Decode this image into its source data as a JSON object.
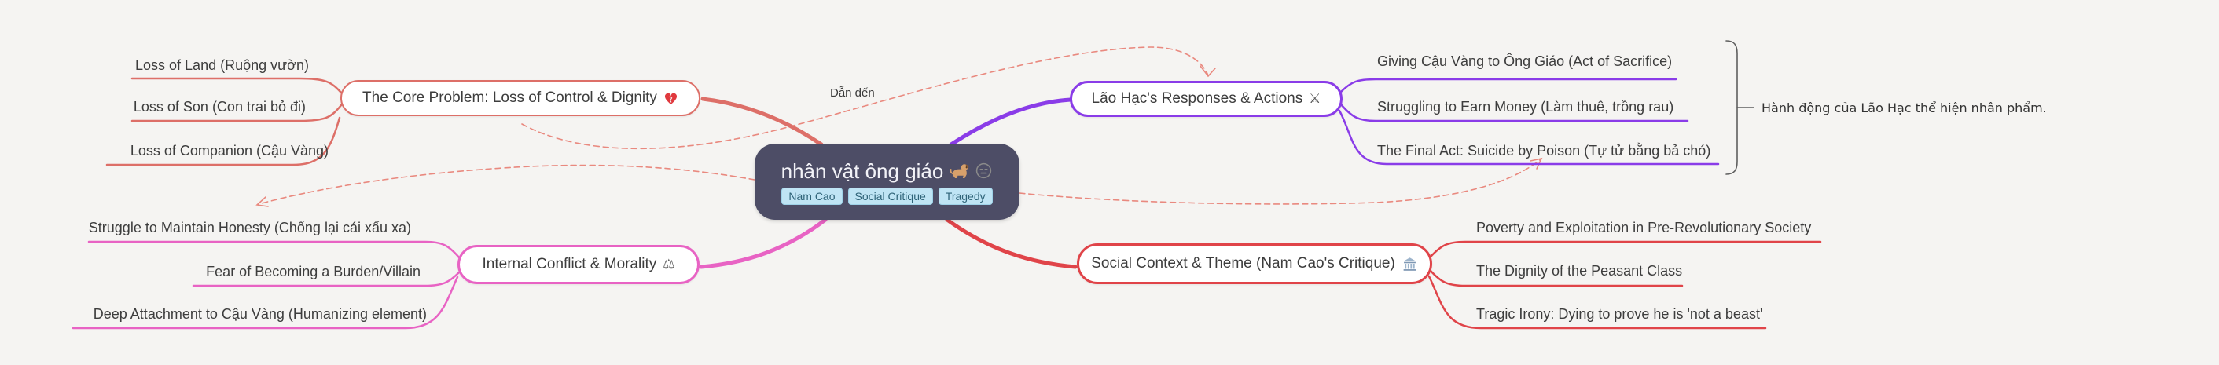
{
  "canvas": {
    "background": "#f5f4f2"
  },
  "central_topic": {
    "title": "nhân vật ông giáo",
    "icons": [
      "dog-icon",
      "expressionless-face-icon"
    ],
    "fill_color": "#4d4d66",
    "text_color": "#f2f2f7",
    "tags": {
      "bg_color": "#bfe4f4",
      "text_color": "#2e6378",
      "items": [
        {
          "label": "Nam Cao"
        },
        {
          "label": "Social Critique"
        },
        {
          "label": "Tragedy"
        }
      ]
    }
  },
  "branches": [
    {
      "label": "The Core Problem: Loss of Control & Dignity",
      "icon": "broken-heart-icon",
      "color": "#dd6f68",
      "position": "top-left",
      "children": [
        {
          "label": "Loss of Land (Ruộng vườn)"
        },
        {
          "label": "Loss of Son (Con trai bỏ đi)"
        },
        {
          "label": "Loss of Companion (Cậu Vàng)"
        }
      ]
    },
    {
      "label": "Lão Hạc's Responses & Actions",
      "icon": "crossed-swords-icon",
      "icon_glyph": "⚔",
      "color": "#8a3ce8",
      "position": "top-right",
      "children": [
        {
          "label": "Giving Cậu Vàng to Ông Giáo (Act of Sacrifice)"
        },
        {
          "label": "Struggling to Earn Money (Làm thuê, trồng rau)"
        },
        {
          "label": "The Final Act: Suicide by Poison (Tự tử bằng bả chó)"
        }
      ],
      "summary": {
        "label": "Hành động của Lão Hạc thể hiện nhân phẩm."
      }
    },
    {
      "label": "Internal Conflict & Morality",
      "icon": "balance-scale-icon",
      "icon_glyph": "⚖",
      "color": "#e863c4",
      "position": "bottom-left",
      "children": [
        {
          "label": "Struggle to Maintain Honesty (Chống lại cái xấu xa)"
        },
        {
          "label": "Fear of Becoming a Burden/Villain"
        },
        {
          "label": "Deep Attachment to Cậu Vàng (Humanizing element)"
        }
      ]
    },
    {
      "label": "Social Context & Theme (Nam Cao's Critique)",
      "icon": "classical-building-icon",
      "color": "#e04449",
      "position": "bottom-right",
      "children": [
        {
          "label": "Poverty and Exploitation in Pre-Revolutionary Society"
        },
        {
          "label": "The Dignity of the Peasant Class"
        },
        {
          "label": "Tragic Irony: Dying to prove he is 'not a beast'"
        }
      ]
    }
  ],
  "relationships": [
    {
      "label": "Dẫn đến",
      "from": "The Core Problem: Loss of Control & Dignity",
      "to": "Lão Hạc's Responses & Actions",
      "color": "#e9897f",
      "style": "dashed-arrow"
    },
    {
      "label": "",
      "to": "Struggle to Maintain Honesty (Chống lại cái xấu xa)",
      "color": "#e9897f",
      "style": "dashed-arrow"
    },
    {
      "label": "",
      "to": "The Final Act: Suicide by Poison (Tự tử bằng bả chó)",
      "color": "#e9897f",
      "style": "dashed-arrow"
    }
  ]
}
